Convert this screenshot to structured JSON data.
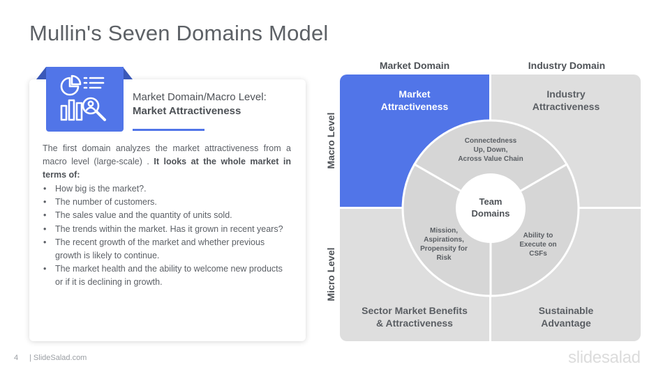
{
  "slide": {
    "title": "Mullin's Seven Domains Model",
    "page_number": "4",
    "site": "| SlideSalad.com",
    "brand": "slidesalad"
  },
  "card": {
    "heading_line1": "Market Domain/Macro Level:",
    "heading_line2": "Market Attractiveness",
    "intro_plain": "The first domain analyzes the market attractiveness from a macro level (large-scale) . ",
    "intro_bold": "It looks at the whole market in terms of:",
    "bullets": [
      "How big is the market?.",
      "The number of customers.",
      "The sales value and the quantity of units sold.",
      "The trends within the market. Has it grown in recent years?",
      "The recent growth of the market and whether previous growth is likely to continue.",
      "The market health and the ability to welcome new products or if it is declining in growth."
    ]
  },
  "diagram": {
    "col_labels": [
      "Market Domain",
      "Industry Domain"
    ],
    "row_labels": [
      "Macro Level",
      "Micro Level"
    ],
    "quadrants": {
      "top_left": [
        "Market",
        "Attractiveness"
      ],
      "top_right": [
        "Industry",
        "Attractiveness"
      ],
      "bottom_left": [
        "Sector Market Benefits",
        "& Attractiveness"
      ],
      "bottom_right": [
        "Sustainable",
        "Advantage"
      ]
    },
    "segments": {
      "top": [
        "Connectedness",
        "Up, Down,",
        "Across Value Chain"
      ],
      "left": [
        "Mission,",
        "Aspirations,",
        "Propensity for",
        "Risk"
      ],
      "right": [
        "Ability to",
        "Execute on",
        "CSFs"
      ]
    },
    "center": [
      "Team",
      "Domains"
    ],
    "colors": {
      "accent": "#5175e8",
      "quad_gray": "#dedede",
      "segment_gray": "#d6d6d6",
      "text": "#555a60"
    }
  }
}
